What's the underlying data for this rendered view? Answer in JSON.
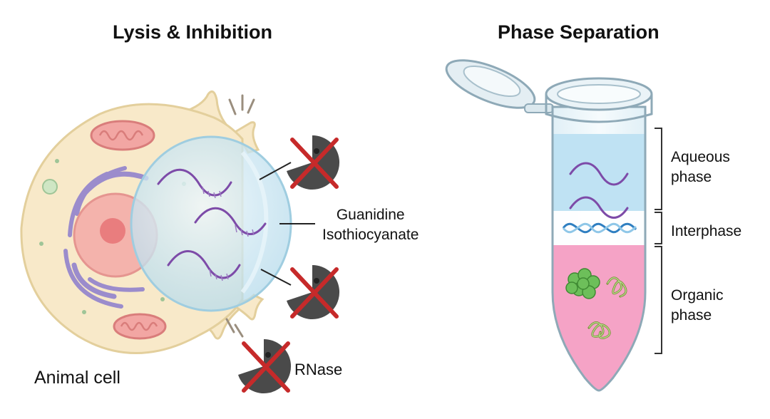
{
  "titles": {
    "left": "Lysis & Inhibition",
    "right": "Phase Separation"
  },
  "labels": {
    "guanidine_line1": "Guanidine",
    "guanidine_line2": "Isothiocyanate",
    "animal_cell": "Animal cell",
    "rnase": "RNase",
    "aqueous_line1": "Aqueous",
    "aqueous_line2": "phase",
    "interphase": "Interphase",
    "organic_line1": "Organic",
    "organic_line2": "phase"
  },
  "colors": {
    "cytoplasm": "#f8e9c9",
    "cell_outline": "#e3cf9c",
    "nucleus": "#f4b3ac",
    "nucleolus": "#e97d7e",
    "golgi": "#9b8ccc",
    "mitochondria": "#f2a6a3",
    "bubble": "#cde8f3",
    "rna": "#7d4ba8",
    "enzyme": "#4a4a4a",
    "cross": "#c62a2a",
    "aqueous": "#bfe2f3",
    "organic": "#f5a3c6",
    "dna_a": "#2f7fc1",
    "dna_b": "#8fc7e8",
    "protein": "#6dbf5a"
  }
}
